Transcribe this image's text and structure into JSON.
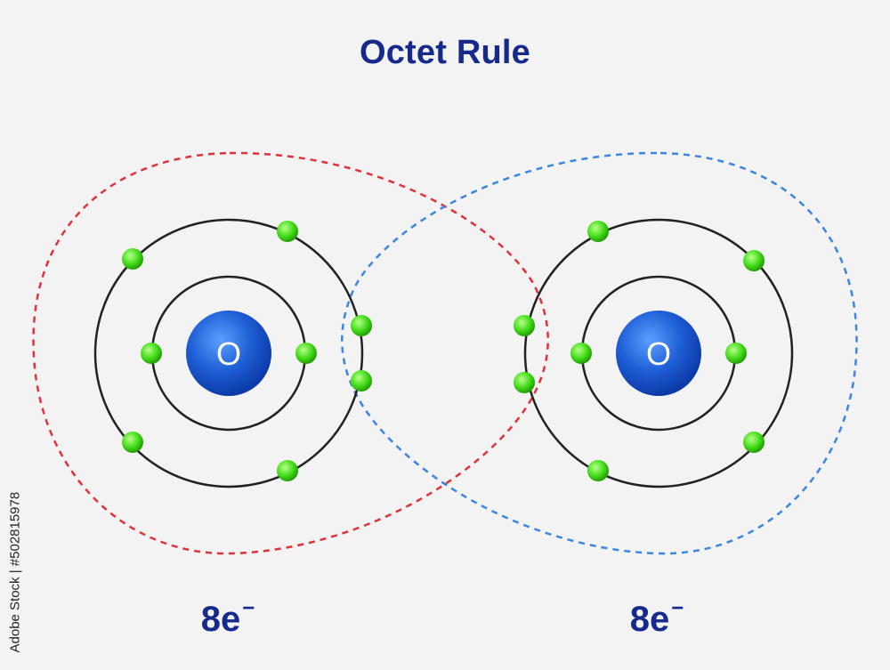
{
  "title": "Octet Rule",
  "atoms": [
    {
      "symbol": "O",
      "electron_count": "8e",
      "charge": "−"
    },
    {
      "symbol": "O",
      "electron_count": "8e",
      "charge": "−"
    }
  ],
  "watermark": "Adobe Stock | #502815978",
  "colors": {
    "title": "#16298c",
    "nucleus": "#1f5fd6",
    "electron": "#44dd1a",
    "orbit": "#222222",
    "left_boundary": "#e0323a",
    "right_boundary": "#3a86e0"
  }
}
